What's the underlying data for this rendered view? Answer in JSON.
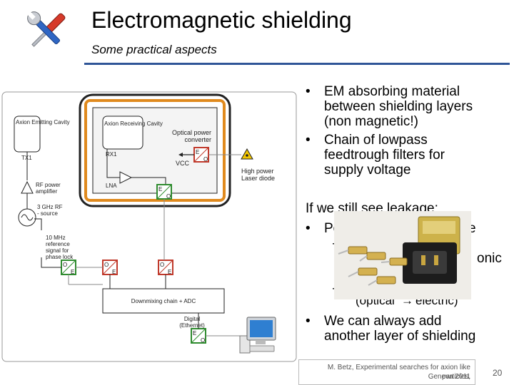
{
  "slide": {
    "title": "Electromagnetic shielding",
    "subtitle": "Some practical aspects",
    "page_number": "20",
    "footer": {
      "line1": "M. Betz, Experimental searches for axion like particles,",
      "line2": "Geneva 2011"
    }
  },
  "diagram": {
    "axion_emitting_cavity": "Axion Emitting Cavity",
    "tx1": "TX1",
    "axion_receiving_cavity": "Axion Receiving Cavity",
    "rx1": "RX1",
    "lna": "LNA",
    "optical_power_converter": "Optical power converter",
    "vcc": "VCC",
    "high_power_laser_diode": "High power Laser diode",
    "rf_power_amplifier": "RF power amplifier",
    "rf_source": "3 GHz RF - source",
    "reference_signal": "10 MHz reference signal for phase lock",
    "downmixing_chain": "Downmixing chain + ADC",
    "digital_ethernet": "Digital (Ethernet)",
    "converter_labels": {
      "e": "E",
      "o": "O"
    }
  },
  "bullets": {
    "b1": [
      "EM absorbing material",
      "between shielding layers",
      "(non magnetic!)"
    ],
    "b2": [
      "Chain of lowpass",
      "feedtrough filters for",
      "supply voltage"
    ],
    "leak_heading": "If we still see leakage:",
    "b3_visible": "Po",
    "b3_end": "e",
    "sub1_end": "onic",
    "sub2_visible": "(optical",
    "sub2_end": "electric)",
    "b4": [
      "We can always add",
      "another layer of shielding"
    ]
  },
  "colors": {
    "accent_rule": "#2f5597",
    "shield_border": "#e08a1e",
    "converter_green": "#2e8b2e",
    "converter_red": "#c0392b"
  },
  "icons": [
    "tools-icon",
    "computer-icon",
    "laser-warning-icon",
    "sine-source-icon"
  ]
}
